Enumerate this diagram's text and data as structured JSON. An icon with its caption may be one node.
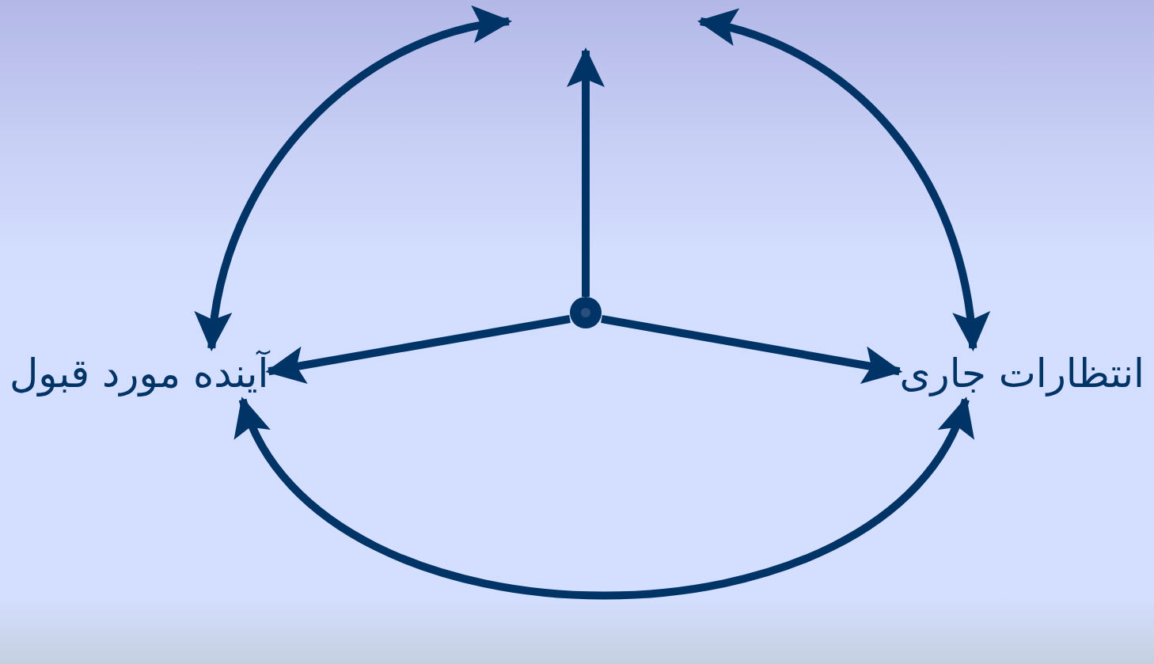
{
  "diagram": {
    "nodes": [
      {
        "text": [
          "آینده مورد قبول"
        ]
      },
      {
        "text": [
          "انتظارات جاری"
        ]
      },
      {
        "text": [],
        "shape": "circle"
      }
    ],
    "edges": [
      {
        "from": 2,
        "to": null,
        "arrow": "to"
      },
      {
        "from": 2,
        "to": 0,
        "arrow": "to"
      },
      {
        "from": 2,
        "to": 1,
        "arrow": "to"
      },
      {
        "from": null,
        "to": 0,
        "arrow": "both"
      },
      {
        "from": null,
        "to": 1,
        "arrow": "both"
      },
      {
        "from": 0,
        "to": 1,
        "arrow": "both"
      }
    ]
  }
}
